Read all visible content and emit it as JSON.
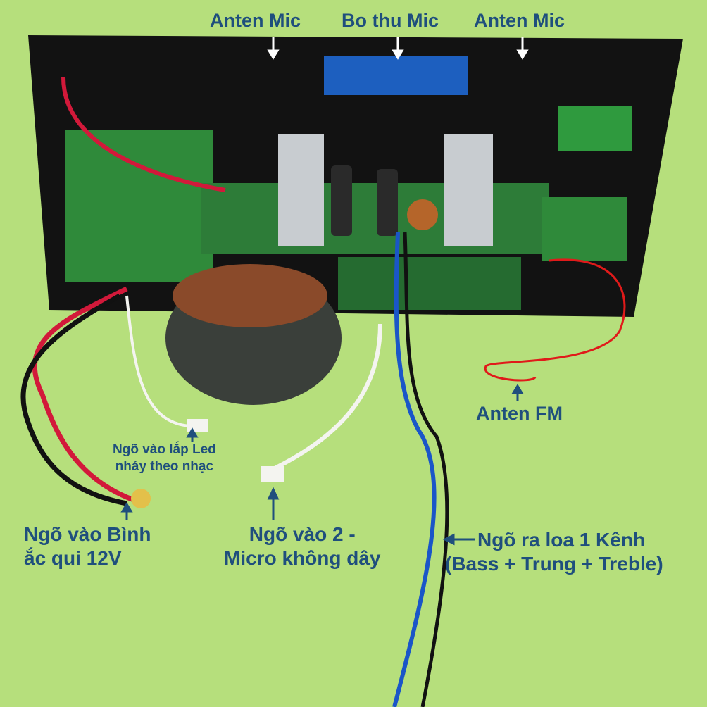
{
  "labels": {
    "anten_mic_left": "Anten Mic",
    "bo_thu_mic": "Bo thu Mic",
    "anten_mic_right": "Anten Mic",
    "anten_fm": "Anten FM",
    "led_input_line1": "Ngõ vào lắp Led",
    "led_input_line2": "nháy theo nhạc",
    "battery_line1": "Ngõ vào Bình",
    "battery_line2": "ắc qui 12V",
    "mic_input_line1": "Ngõ vào 2 -",
    "mic_input_line2": "Micro không dây",
    "speaker_output_line1": "Ngõ ra loa 1 Kênh",
    "speaker_output_line2": "(Bass + Trung + Treble)"
  },
  "colors": {
    "background": "#b6df7c",
    "label_text": "#1f4f7d",
    "panel": "#111111",
    "pcb_green": "#2f8a3a"
  }
}
